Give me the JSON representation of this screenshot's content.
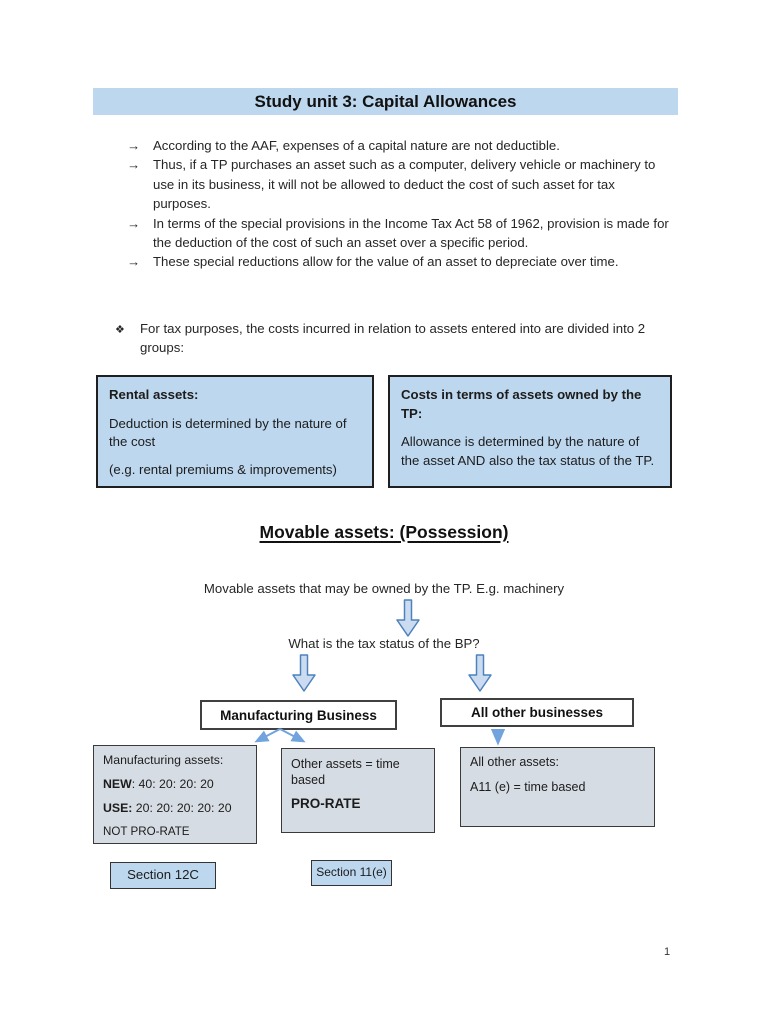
{
  "page": {
    "title": "Study unit 3: Capital Allowances",
    "page_number": "1"
  },
  "intro_bullets": {
    "marker": "→",
    "items": [
      "According to the AAF, expenses of a capital nature are not deductible.",
      "Thus, if a TP purchases an asset such as a computer, delivery vehicle or machinery to use in its business, it will not be allowed to deduct the cost of such asset for tax purposes.",
      "In terms of the special provisions in the Income Tax Act 58 of 1962, provision is made for the deduction of the cost of such an asset over a specific period.",
      "These special reductions allow for the value of an asset to depreciate over time."
    ]
  },
  "groups_note": {
    "marker": "❖",
    "text": "For tax purposes, the costs incurred in relation to assets entered into are divided into 2 groups:"
  },
  "group_boxes": {
    "rental": {
      "title": "Rental assets:",
      "body": "Deduction is determined by the nature of the cost",
      "example": "(e.g. rental premiums & improvements)"
    },
    "owned": {
      "title": "Costs in terms of assets owned by the TP:",
      "body": "Allowance is determined by the nature of the asset AND also the tax status of the TP."
    }
  },
  "movable_section": {
    "heading": "Movable assets: (Possession)",
    "subtext": "Movable assets that may be owned by the TP. E.g. machinery",
    "question": "What is the tax status of the BP?"
  },
  "flowchart": {
    "manufacturing_business_label": "Manufacturing Business",
    "all_other_businesses_label": "All other businesses",
    "manufacturing_assets": {
      "title": "Manufacturing assets:",
      "new_label": "NEW",
      "new_rates": ": 40: 20: 20: 20",
      "use_label": "USE:",
      "use_rates": " 20: 20: 20: 20: 20",
      "note": "NOT PRO-RATE"
    },
    "other_assets": {
      "body": "Other assets = time based",
      "emphasis": "PRO-RATE"
    },
    "all_other_assets": {
      "title": "All other assets:",
      "body": "A11 (e) = time based"
    },
    "section_12c_label": "Section 12C",
    "section_11e_label": "Section 11(e)"
  },
  "colors": {
    "highlight_blue": "#bdd7ee",
    "panel_gray_blue": "#d6dce4",
    "block_arrow_fill": "#cbdcf0",
    "block_arrow_stroke": "#4f81bd",
    "thin_arrow_blue": "#71a3dd",
    "border_dark": "#333333"
  }
}
